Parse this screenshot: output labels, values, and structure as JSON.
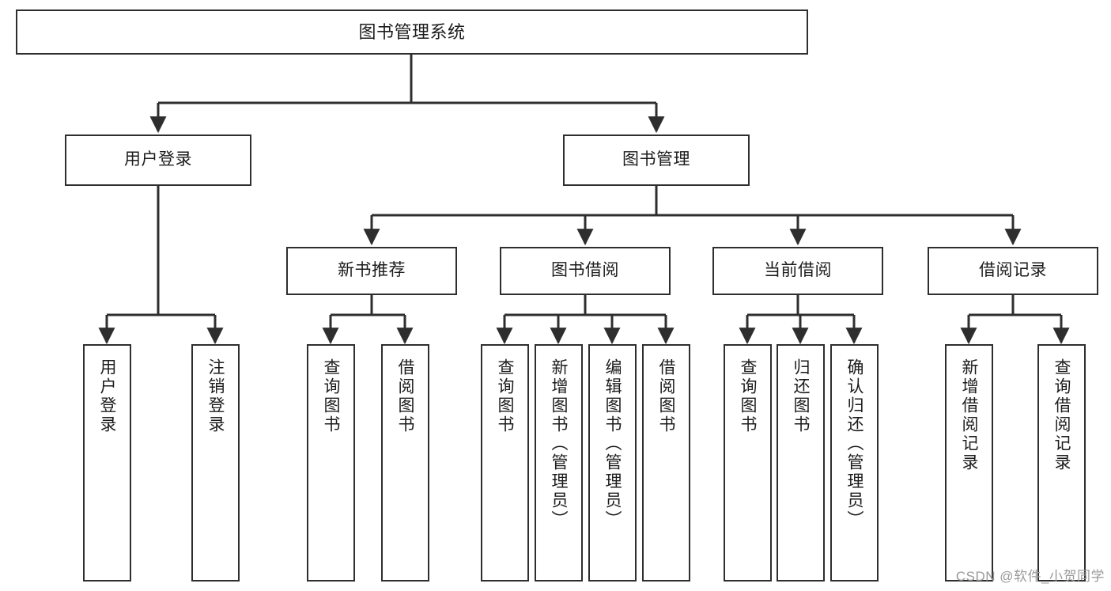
{
  "diagram": {
    "type": "tree",
    "title": "图书管理系统",
    "root": {
      "id": "root",
      "label": "图书管理系统"
    },
    "level1": [
      {
        "id": "user-login",
        "label": "用户登录"
      },
      {
        "id": "book-management",
        "label": "图书管理"
      }
    ],
    "level2": [
      {
        "id": "new-book-recommend",
        "label": "新书推荐",
        "parent": "book-management"
      },
      {
        "id": "book-borrow",
        "label": "图书借阅",
        "parent": "book-management"
      },
      {
        "id": "current-borrow",
        "label": "当前借阅",
        "parent": "book-management"
      },
      {
        "id": "borrow-record",
        "label": "借阅记录",
        "parent": "book-management"
      }
    ],
    "leaves": [
      {
        "id": "leaf-user-login",
        "label": "用户登录",
        "parent": "user-login"
      },
      {
        "id": "leaf-user-logout",
        "label": "注销登录",
        "parent": "user-login"
      },
      {
        "id": "leaf-query-book-1",
        "label": "查询图书",
        "parent": "new-book-recommend"
      },
      {
        "id": "leaf-borrow-book-1",
        "label": "借阅图书",
        "parent": "new-book-recommend"
      },
      {
        "id": "leaf-query-book-2",
        "label": "查询图书",
        "parent": "book-borrow"
      },
      {
        "id": "leaf-add-book",
        "label": "新增图书（管理员）",
        "parent": "book-borrow"
      },
      {
        "id": "leaf-edit-book",
        "label": "编辑图书（管理员）",
        "parent": "book-borrow"
      },
      {
        "id": "leaf-borrow-book-2",
        "label": "借阅图书",
        "parent": "book-borrow"
      },
      {
        "id": "leaf-query-book-3",
        "label": "查询图书",
        "parent": "current-borrow"
      },
      {
        "id": "leaf-return-book",
        "label": "归还图书",
        "parent": "current-borrow"
      },
      {
        "id": "leaf-confirm-return",
        "label": "确认归还（管理员）",
        "parent": "current-borrow"
      },
      {
        "id": "leaf-add-record",
        "label": "新增借阅记录",
        "parent": "borrow-record"
      },
      {
        "id": "leaf-query-record",
        "label": "查询借阅记录",
        "parent": "borrow-record"
      }
    ],
    "colors": {
      "stroke": "#2e2e2e",
      "fill": "#ffffff",
      "text": "#1c1c1c",
      "watermark": "#9a9a9a"
    }
  },
  "watermark": {
    "text": "CSDN @软件_小贺同学"
  }
}
